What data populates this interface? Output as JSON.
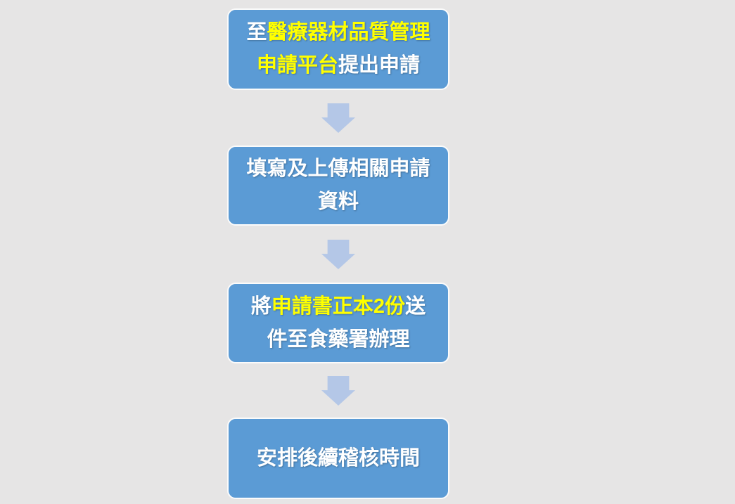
{
  "colors": {
    "background_color": "#e6e5e5",
    "box_color": "#5b9bd5",
    "box_border_color": "#fbfbfb",
    "arrow_color": "#b4c7e7",
    "text_color": "#ffffff",
    "highlight_color": "#ffff00"
  },
  "diagram": {
    "type": "vertical-flowchart",
    "steps": [
      {
        "full_text": "至醫療器材品質管理申請平台提出申請",
        "segments": [
          {
            "text": "至",
            "highlight": false
          },
          {
            "text": "醫療器材品質管理申請平台",
            "highlight": true
          },
          {
            "text": "提出申請",
            "highlight": false
          }
        ]
      },
      {
        "full_text": "填寫及上傳相關申請資料",
        "segments": [
          {
            "text": "填寫及上傳相關申請資料",
            "highlight": false
          }
        ]
      },
      {
        "full_text": "將申請書正本2份送件至食藥署辦理",
        "segments": [
          {
            "text": "將",
            "highlight": false
          },
          {
            "text": "申請書正本2份",
            "highlight": true
          },
          {
            "text": "送件至食藥署辦理",
            "highlight": false
          }
        ]
      },
      {
        "full_text": "安排後續稽核時間",
        "segments": [
          {
            "text": "安排後續稽核時間",
            "highlight": false
          }
        ]
      }
    ]
  }
}
